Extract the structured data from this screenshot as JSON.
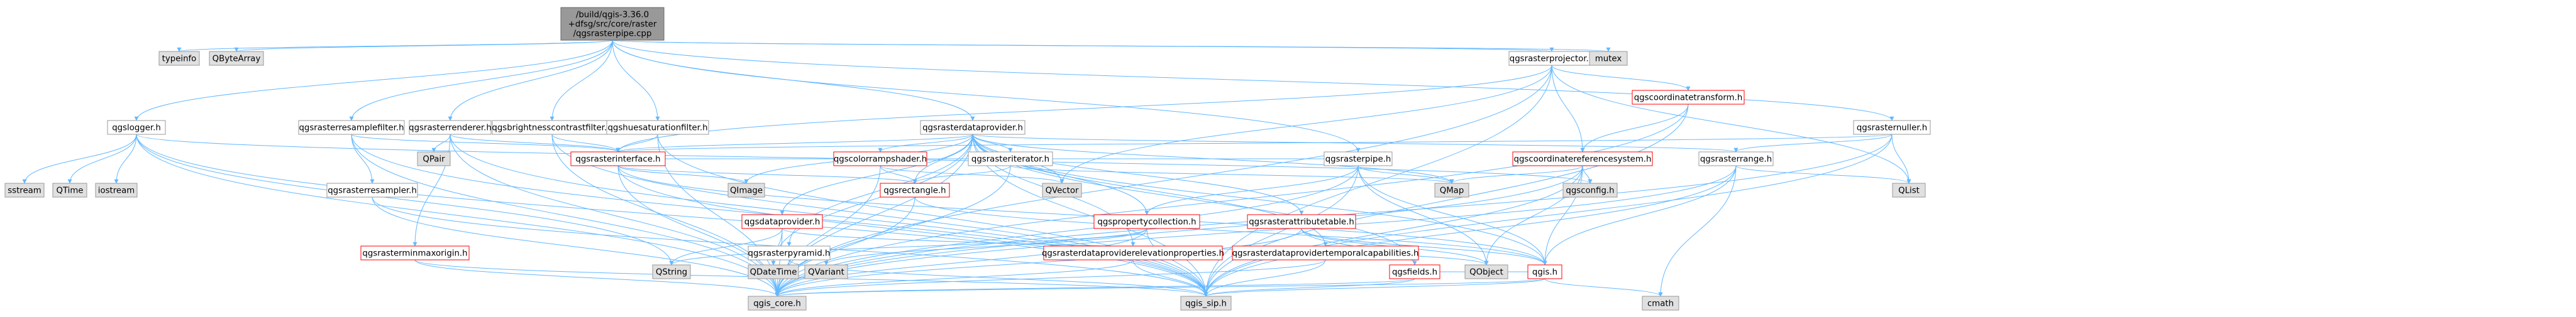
{
  "graph": {
    "title": "",
    "colors": {
      "root_fill": "#999999",
      "root_border": "#666666",
      "header_fill": "#ffffff",
      "header_border": "#999999",
      "header_text": "#000000",
      "system_fill": "#e0e0e0",
      "system_border": "#999999",
      "system_text": "#000000",
      "truncated_border": "#ff0000",
      "edge": "#63B8FF"
    },
    "nodes": [
      {
        "id": "root",
        "label": "/build/qgis-3.36.0\n+dfsg/src/core/raster\n/qgsrasterpipe.cpp",
        "kind": "root"
      },
      {
        "id": "typeinfo",
        "label": "typeinfo",
        "kind": "system"
      },
      {
        "id": "qbytearray",
        "label": "QByteArray",
        "kind": "system"
      },
      {
        "id": "qgslogger",
        "label": "qgslogger.h",
        "kind": "header"
      },
      {
        "id": "qgsrasterresamplefilter",
        "label": "qgsrasterresamplefilter.h",
        "kind": "header"
      },
      {
        "id": "qgsrasterrenderer",
        "label": "qgsrasterrenderer.h",
        "kind": "header"
      },
      {
        "id": "qgsbrightnesscontrastfilter",
        "label": "qgsbrightnesscontrastfilter.h",
        "kind": "header"
      },
      {
        "id": "qgshuesaturationfilter",
        "label": "qgshuesaturationfilter.h",
        "kind": "header"
      },
      {
        "id": "qgsrasterdataprovider",
        "label": "qgsrasterdataprovider.h",
        "kind": "header"
      },
      {
        "id": "qgsrasterprojector",
        "label": "qgsrasterprojector.h",
        "kind": "header"
      },
      {
        "id": "mutex",
        "label": "mutex",
        "kind": "system"
      },
      {
        "id": "qgsrasternuller",
        "label": "qgsrasternuller.h",
        "kind": "header"
      },
      {
        "id": "qgscoordinatetransform",
        "label": "qgscoordinatetransform.h",
        "kind": "truncated"
      },
      {
        "id": "qgscoordinatereferencesystem",
        "label": "qgscoordinatereferencesystem.h",
        "kind": "truncated"
      },
      {
        "id": "qgsrasterrange",
        "label": "qgsrasterrange.h",
        "kind": "header"
      },
      {
        "id": "qgsrasterpipe",
        "label": "qgsrasterpipe.h",
        "kind": "header"
      },
      {
        "id": "qgsrasterinterface",
        "label": "qgsrasterinterface.h",
        "kind": "truncated"
      },
      {
        "id": "qgscolorrampshader",
        "label": "qgscolorrampshader.h",
        "kind": "truncated"
      },
      {
        "id": "qgsrasteriterator",
        "label": "qgsrasteriterator.h",
        "kind": "header"
      },
      {
        "id": "qgsdataprovider",
        "label": "qgsdataprovider.h",
        "kind": "truncated"
      },
      {
        "id": "qgsrectangle",
        "label": "qgsrectangle.h",
        "kind": "truncated"
      },
      {
        "id": "qgspropertycollection",
        "label": "qgspropertycollection.h",
        "kind": "truncated"
      },
      {
        "id": "qgsrasterattributetable",
        "label": "qgsrasterattributetable.h",
        "kind": "truncated"
      },
      {
        "id": "qgsrasterpyramid",
        "label": "qgsrasterpyramid.h",
        "kind": "header"
      },
      {
        "id": "qgsrasterdataproviderelevationproperties",
        "label": "qgsrasterdataproviderelevationproperties.h",
        "kind": "truncated"
      },
      {
        "id": "qgsrasterdataprovidertemporalcapabilities",
        "label": "qgsrasterdataprovidertemporalcapabilities.h",
        "kind": "truncated"
      },
      {
        "id": "qgsfields",
        "label": "qgsfields.h",
        "kind": "truncated"
      },
      {
        "id": "qgis",
        "label": "qgis.h",
        "kind": "truncated"
      },
      {
        "id": "qgsrasterresampler",
        "label": "qgsrasterresampler.h",
        "kind": "header"
      },
      {
        "id": "qgsrasterminmaxorigin",
        "label": "qgsrasterminmaxorigin.h",
        "kind": "truncated"
      },
      {
        "id": "qpair",
        "label": "QPair",
        "kind": "system"
      },
      {
        "id": "sstream",
        "label": "sstream",
        "kind": "system"
      },
      {
        "id": "qtime",
        "label": "QTime",
        "kind": "system"
      },
      {
        "id": "iostream",
        "label": "iostream",
        "kind": "system"
      },
      {
        "id": "qimage",
        "label": "QImage",
        "kind": "system"
      },
      {
        "id": "qvector",
        "label": "QVector",
        "kind": "system"
      },
      {
        "id": "qmap",
        "label": "QMap",
        "kind": "system"
      },
      {
        "id": "qgsconfig",
        "label": "qgsconfig.h",
        "kind": "system"
      },
      {
        "id": "qstring",
        "label": "QString",
        "kind": "system"
      },
      {
        "id": "qdatetime",
        "label": "QDateTime",
        "kind": "system"
      },
      {
        "id": "qvariant",
        "label": "QVariant",
        "kind": "system"
      },
      {
        "id": "qobject",
        "label": "QObject",
        "kind": "system"
      },
      {
        "id": "qlist",
        "label": "QList",
        "kind": "system"
      },
      {
        "id": "qgis_core",
        "label": "qgis_core.h",
        "kind": "system"
      },
      {
        "id": "qgis_sip",
        "label": "qgis_sip.h",
        "kind": "system"
      },
      {
        "id": "cmath",
        "label": "cmath",
        "kind": "system"
      }
    ],
    "edges": [
      [
        "root",
        "typeinfo"
      ],
      [
        "root",
        "qbytearray"
      ],
      [
        "root",
        "qgslogger"
      ],
      [
        "root",
        "qgsrasterresamplefilter"
      ],
      [
        "root",
        "qgsrasterrenderer"
      ],
      [
        "root",
        "qgsbrightnesscontrastfilter"
      ],
      [
        "root",
        "qgshuesaturationfilter"
      ],
      [
        "root",
        "qgsrasterdataprovider"
      ],
      [
        "root",
        "qgsrasterprojector"
      ],
      [
        "root",
        "mutex"
      ],
      [
        "root",
        "qgsrasternuller"
      ],
      [
        "root",
        "qgsrasterpipe"
      ],
      [
        "qgslogger",
        "sstream"
      ],
      [
        "qgslogger",
        "qtime"
      ],
      [
        "qgslogger",
        "iostream"
      ],
      [
        "qgslogger",
        "qgis_core"
      ],
      [
        "qgslogger",
        "qgis_sip"
      ],
      [
        "qgslogger",
        "qgsconfig"
      ],
      [
        "qgslogger",
        "qstring"
      ],
      [
        "qgsrasterresamplefilter",
        "qgsrasterinterface"
      ],
      [
        "qgsrasterresamplefilter",
        "qgsrasterresampler"
      ],
      [
        "qgsrasterresamplefilter",
        "qgis_core"
      ],
      [
        "qgsrasterresamplefilter",
        "qgis_sip"
      ],
      [
        "qgsrasterrenderer",
        "qgsrasterinterface"
      ],
      [
        "qgsrasterrenderer",
        "qpair"
      ],
      [
        "qgsrasterrenderer",
        "qgsrasterminmaxorigin"
      ],
      [
        "qgsrasterrenderer",
        "qgis_core"
      ],
      [
        "qgsrasterrenderer",
        "qgis_sip"
      ],
      [
        "qgsbrightnesscontrastfilter",
        "qgsrasterinterface"
      ],
      [
        "qgsbrightnesscontrastfilter",
        "qgis_core"
      ],
      [
        "qgsbrightnesscontrastfilter",
        "qgis_sip"
      ],
      [
        "qgshuesaturationfilter",
        "qgsrasterinterface"
      ],
      [
        "qgshuesaturationfilter",
        "qgis_core"
      ],
      [
        "qgshuesaturationfilter",
        "qgis_sip"
      ],
      [
        "qgsrasterdataprovider",
        "qgsrasterinterface"
      ],
      [
        "qgsrasterdataprovider",
        "qgscolorrampshader"
      ],
      [
        "qgsrasterdataprovider",
        "qgsrasteriterator"
      ],
      [
        "qgsrasterdataprovider",
        "qgsdataprovider"
      ],
      [
        "qgsrasterdataprovider",
        "qgsrectangle"
      ],
      [
        "qgsrasterdataprovider",
        "qgspropertycollection"
      ],
      [
        "qgsrasterdataprovider",
        "qgsrasterattributetable"
      ],
      [
        "qgsrasterdataprovider",
        "qgsrasterpyramid"
      ],
      [
        "qgsrasterdataprovider",
        "qgsrasterdataproviderelevationproperties"
      ],
      [
        "qgsrasterdataprovider",
        "qgsrasterdataprovidertemporalcapabilities"
      ],
      [
        "qgsrasterdataprovider",
        "qgsrasterrange"
      ],
      [
        "qgsrasterdataprovider",
        "qimage"
      ],
      [
        "qgsrasterdataprovider",
        "qvector"
      ],
      [
        "qgsrasterdataprovider",
        "qgis_core"
      ],
      [
        "qgsrasterdataprovider",
        "qgis_sip"
      ],
      [
        "qgsrasterdataprovider",
        "qgsfields"
      ],
      [
        "qgsrasterdataprovider",
        "qgis"
      ],
      [
        "qgsrasterdataprovider",
        "qmap"
      ],
      [
        "qgsrasterdataprovider",
        "qdatetime"
      ],
      [
        "qgsrasterprojector",
        "qgsrasterinterface"
      ],
      [
        "qgsrasterprojector",
        "qgscoordinatetransform"
      ],
      [
        "qgsrasterprojector",
        "qgscoordinatereferencesystem"
      ],
      [
        "qgsrasterprojector",
        "qgis_core"
      ],
      [
        "qgsrasterprojector",
        "qgis_sip"
      ],
      [
        "qgsrasterprojector",
        "qlist"
      ],
      [
        "qgsrasterprojector",
        "qvector"
      ],
      [
        "qgsrasternuller",
        "qgsrasterinterface"
      ],
      [
        "qgsrasternuller",
        "qgsrasterrange"
      ],
      [
        "qgsrasternuller",
        "qlist"
      ],
      [
        "qgsrasternuller",
        "qgis_core"
      ],
      [
        "qgsrasternuller",
        "qgis_sip"
      ],
      [
        "qgscoordinatetransform",
        "qgscoordinatereferencesystem"
      ],
      [
        "qgscoordinatetransform",
        "qgis_core"
      ],
      [
        "qgscoordinatetransform",
        "qgis_sip"
      ],
      [
        "qgscoordinatereferencesystem",
        "qgsconfig"
      ],
      [
        "qgscoordinatereferencesystem",
        "qgis_core"
      ],
      [
        "qgscoordinatereferencesystem",
        "qgis_sip"
      ],
      [
        "qgscoordinatereferencesystem",
        "qmap"
      ],
      [
        "qgscoordinatereferencesystem",
        "qgis"
      ],
      [
        "qgscoordinatereferencesystem",
        "qobject"
      ],
      [
        "qgsrasterrange",
        "qgis_core"
      ],
      [
        "qgsrasterrange",
        "qgis_sip"
      ],
      [
        "qgsrasterrange",
        "qgis"
      ],
      [
        "qgsrasterrange",
        "qlist"
      ],
      [
        "qgsrasterrange",
        "cmath"
      ],
      [
        "qgsrasterpipe",
        "qgsrasterinterface"
      ],
      [
        "qgsrasterpipe",
        "qgspropertycollection"
      ],
      [
        "qgsrasterpipe",
        "qmap"
      ],
      [
        "qgsrasterpipe",
        "qobject"
      ],
      [
        "qgsrasterpipe",
        "qgis_core"
      ],
      [
        "qgsrasterpipe",
        "qgis_sip"
      ],
      [
        "qgsrasterpipe",
        "qgis"
      ],
      [
        "qgsrasterinterface",
        "qgis_core"
      ],
      [
        "qgsrasterinterface",
        "qgis_sip"
      ],
      [
        "qgsrasterinterface",
        "qimage"
      ],
      [
        "qgsrasterinterface",
        "qgsrectangle"
      ],
      [
        "qgsrasterinterface",
        "qgis"
      ],
      [
        "qgscolorrampshader",
        "qgis_core"
      ],
      [
        "qgscolorrampshader",
        "qgsrectangle"
      ],
      [
        "qgscolorrampshader",
        "qvector"
      ],
      [
        "qgsrasteriterator",
        "qgsrectangle"
      ],
      [
        "qgsrasteriterator",
        "qgis_core"
      ],
      [
        "qgsrasteriterator",
        "qmap"
      ],
      [
        "qgsdataprovider",
        "qgis_core"
      ],
      [
        "qgsdataprovider",
        "qdatetime"
      ],
      [
        "qgsdataprovider",
        "qobject"
      ],
      [
        "qgsdataprovider",
        "qstring"
      ],
      [
        "qgsrectangle",
        "qgis_core"
      ],
      [
        "qgsrectangle",
        "qgis"
      ],
      [
        "qgspropertycollection",
        "qgis_core"
      ],
      [
        "qgspropertycollection",
        "qgis_sip"
      ],
      [
        "qgspropertycollection",
        "qvariant"
      ],
      [
        "qgspropertycollection",
        "qstring"
      ],
      [
        "qgsrasterattributetable",
        "qgis_core"
      ],
      [
        "qgsrasterattributetable",
        "qgis"
      ],
      [
        "qgsrasterattributetable",
        "qgsfields"
      ],
      [
        "qgsrasterattributetable",
        "qobject"
      ],
      [
        "qgsrasterpyramid",
        "qgis_core"
      ],
      [
        "qgsrasterpyramid",
        "qgis_sip"
      ],
      [
        "qgsrasterdataproviderelevationproperties",
        "qgis_core"
      ],
      [
        "qgsrasterdataproviderelevationproperties",
        "qgis_sip"
      ],
      [
        "qgsrasterdataprovidertemporalcapabilities",
        "qgis_core"
      ],
      [
        "qgsrasterdataprovidertemporalcapabilities",
        "qgis_sip"
      ],
      [
        "qgsfields",
        "qgis_core"
      ],
      [
        "qgsfields",
        "qgis_sip"
      ],
      [
        "qgsfields",
        "qobject"
      ],
      [
        "qgis",
        "qgis_core"
      ],
      [
        "qgis",
        "qgis_sip"
      ],
      [
        "qgis",
        "cmath"
      ],
      [
        "qgis",
        "qobject"
      ],
      [
        "qgsrasterresampler",
        "qgis_core"
      ],
      [
        "qgsrasterresampler",
        "qgis_sip"
      ],
      [
        "qgsrasterminmaxorigin",
        "qgis_core"
      ],
      [
        "qgsrasterminmaxorigin",
        "qgis_sip"
      ]
    ]
  }
}
